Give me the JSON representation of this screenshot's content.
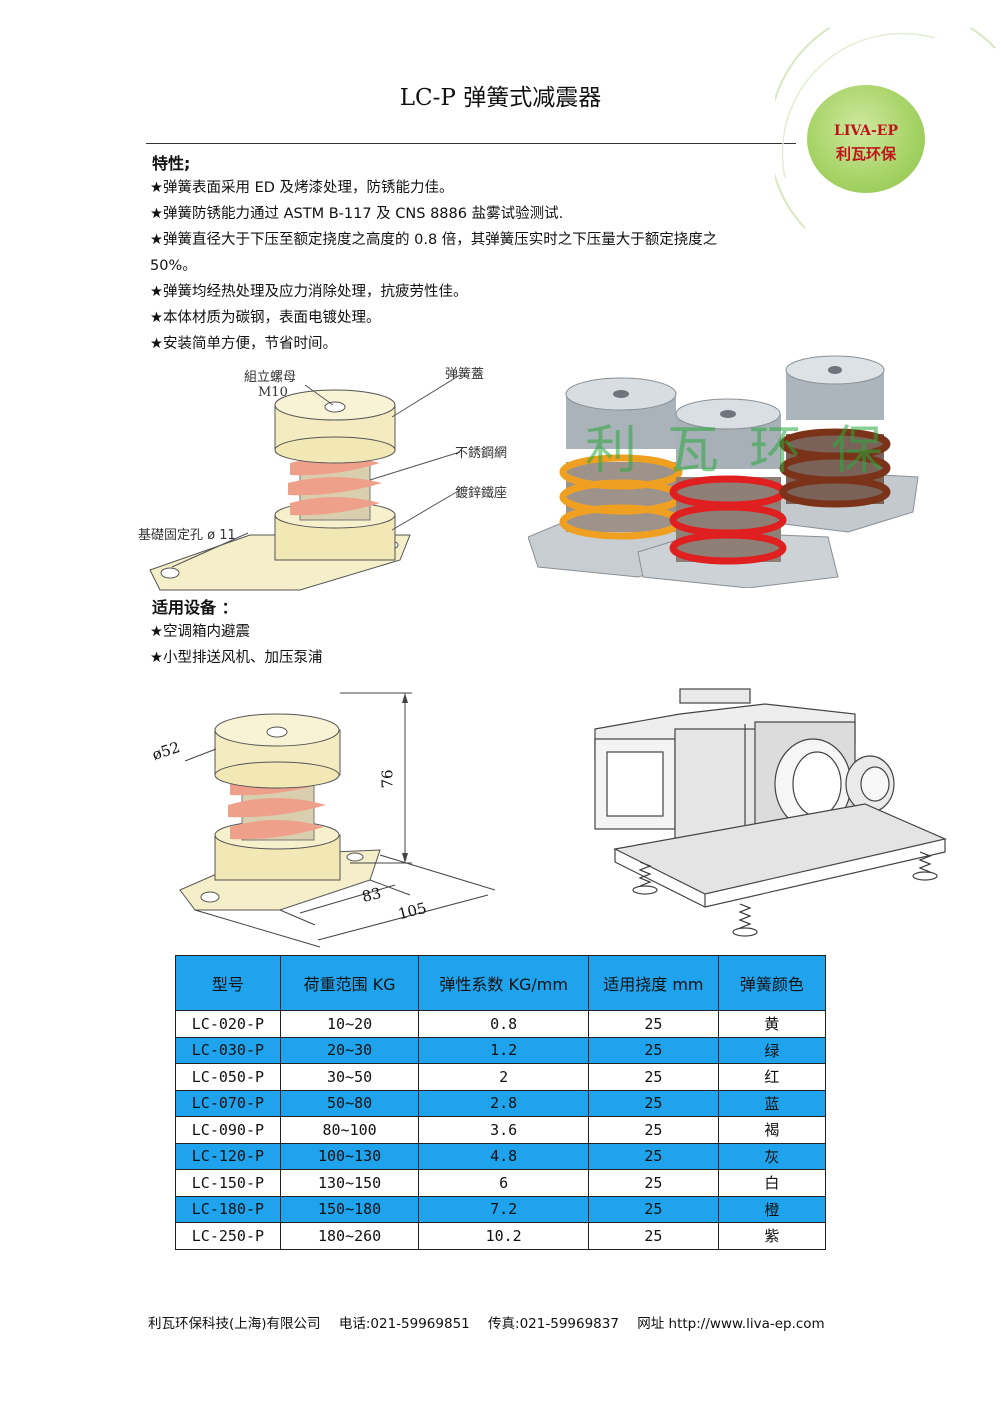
{
  "title": "LC-P 弹簧式减震器",
  "logo": {
    "line1": "LIVA-EP",
    "line2": "利瓦环保"
  },
  "features": {
    "heading": "特性;",
    "items": [
      "★弹簧表面采用 ED 及烤漆处理，防锈能力佳。",
      "★弹簧防锈能力通过 ASTM B-117 及 CNS 8886 盐雾试验测试.",
      "★弹簧直径大于下压至额定挠度之高度的 0.8 倍，其弹簧压实时之下压量大于额定挠度之",
      "50%。",
      "★弹簧均经热处理及应力消除处理，抗疲劳性佳。",
      "★本体材质为碳钢，表面电镀处理。",
      "★安装简单方便，节省时间。"
    ]
  },
  "diagram_labels": {
    "nut": "組立螺母",
    "nut_size": "M10",
    "cover": "弹簧蓋",
    "mesh": "不銹鋼網",
    "base": "鍍鋅鐵座",
    "hole": "基礎固定孔 ø 11"
  },
  "photo_watermark": "利瓦环保",
  "applications": {
    "heading": "适用设备 ：",
    "items": [
      "★空调箱内避震",
      "★小型排送风机、加压泵浦"
    ]
  },
  "dimensions": {
    "diameter": "ø52",
    "height": "76",
    "width1": "83",
    "width2": "105"
  },
  "table": {
    "headers": [
      "型号",
      "荷重范围 KG",
      "弹性系数 KG/mm",
      "适用挠度 mm",
      "弹簧颜色"
    ],
    "rows": [
      [
        "LC-020-P",
        "10~20",
        "0.8",
        "25",
        "黄"
      ],
      [
        "LC-030-P",
        "20~30",
        "1.2",
        "25",
        "绿"
      ],
      [
        "LC-050-P",
        "30~50",
        "2",
        "25",
        "红"
      ],
      [
        "LC-070-P",
        "50~80",
        "2.8",
        "25",
        "蓝"
      ],
      [
        "LC-090-P",
        "80~100",
        "3.6",
        "25",
        "褐"
      ],
      [
        "LC-120-P",
        "100~130",
        "4.8",
        "25",
        "灰"
      ],
      [
        "LC-150-P",
        "130~150",
        "6",
        "25",
        "白"
      ],
      [
        "LC-180-P",
        "150~180",
        "7.2",
        "25",
        "橙"
      ],
      [
        "LC-250-P",
        "180~260",
        "10.2",
        "25",
        "紫"
      ]
    ]
  },
  "footer": {
    "company": "利瓦环保科技(上海)有限公司",
    "phone": "电话:021-59969851",
    "fax": "传真:021-59969837",
    "web": "网址 http://www.liva-ep.com"
  },
  "colors": {
    "table_blue": "#1ea3ec",
    "logo_green": "#a8d468",
    "logo_red": "#c0141c"
  }
}
